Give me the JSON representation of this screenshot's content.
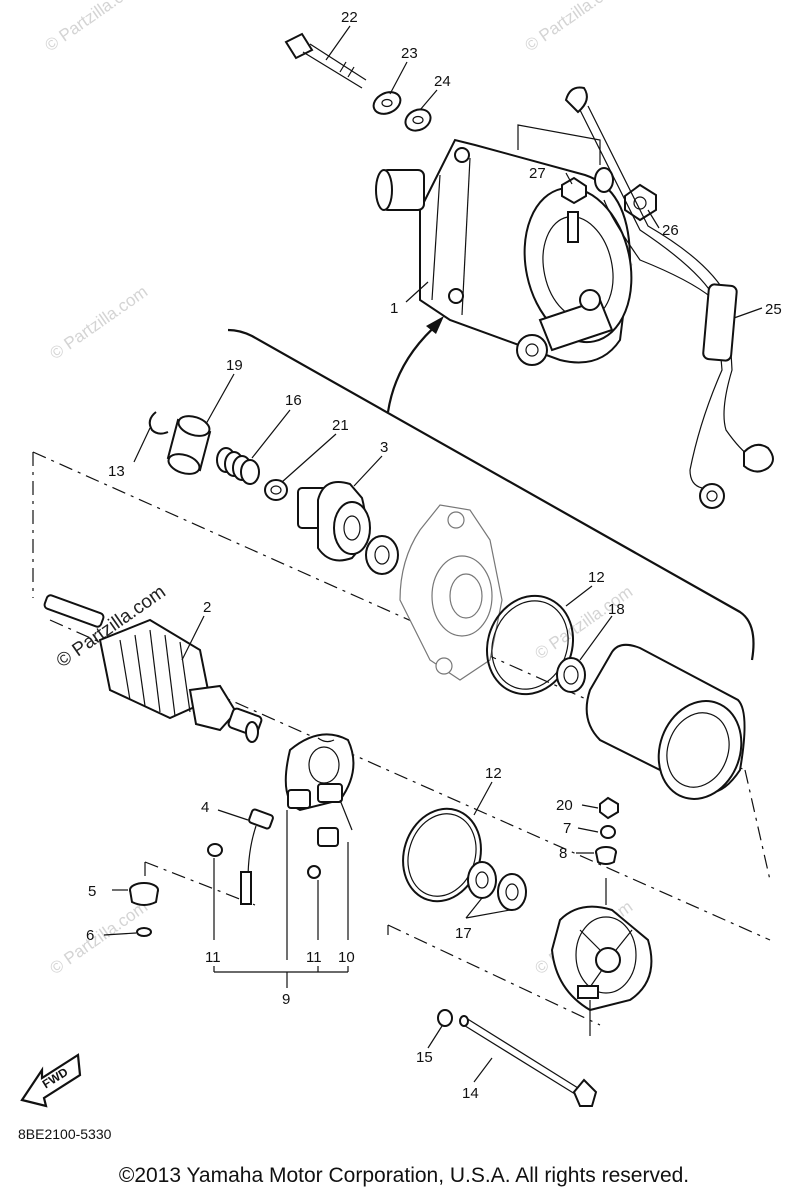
{
  "watermark": "© Partzilla.com",
  "diagram_code": "8BE2100-5330",
  "copyright": "©2013  Yamaha Motor Corporation, U.S.A. All rights reserved.",
  "fwd_label": "FWD",
  "callouts": {
    "c1": "1",
    "c2": "2",
    "c3": "3",
    "c4": "4",
    "c5": "5",
    "c6": "6",
    "c7": "7",
    "c8": "8",
    "c9": "9",
    "c10": "10",
    "c11a": "11",
    "c11b": "11",
    "c12a": "12",
    "c12b": "12",
    "c13": "13",
    "c14": "14",
    "c15": "15",
    "c16": "16",
    "c17": "17",
    "c18": "18",
    "c19": "19",
    "c20": "20",
    "c21": "21",
    "c22": "22",
    "c23": "23",
    "c24": "24",
    "c25": "25",
    "c26": "26",
    "c27": "27"
  }
}
